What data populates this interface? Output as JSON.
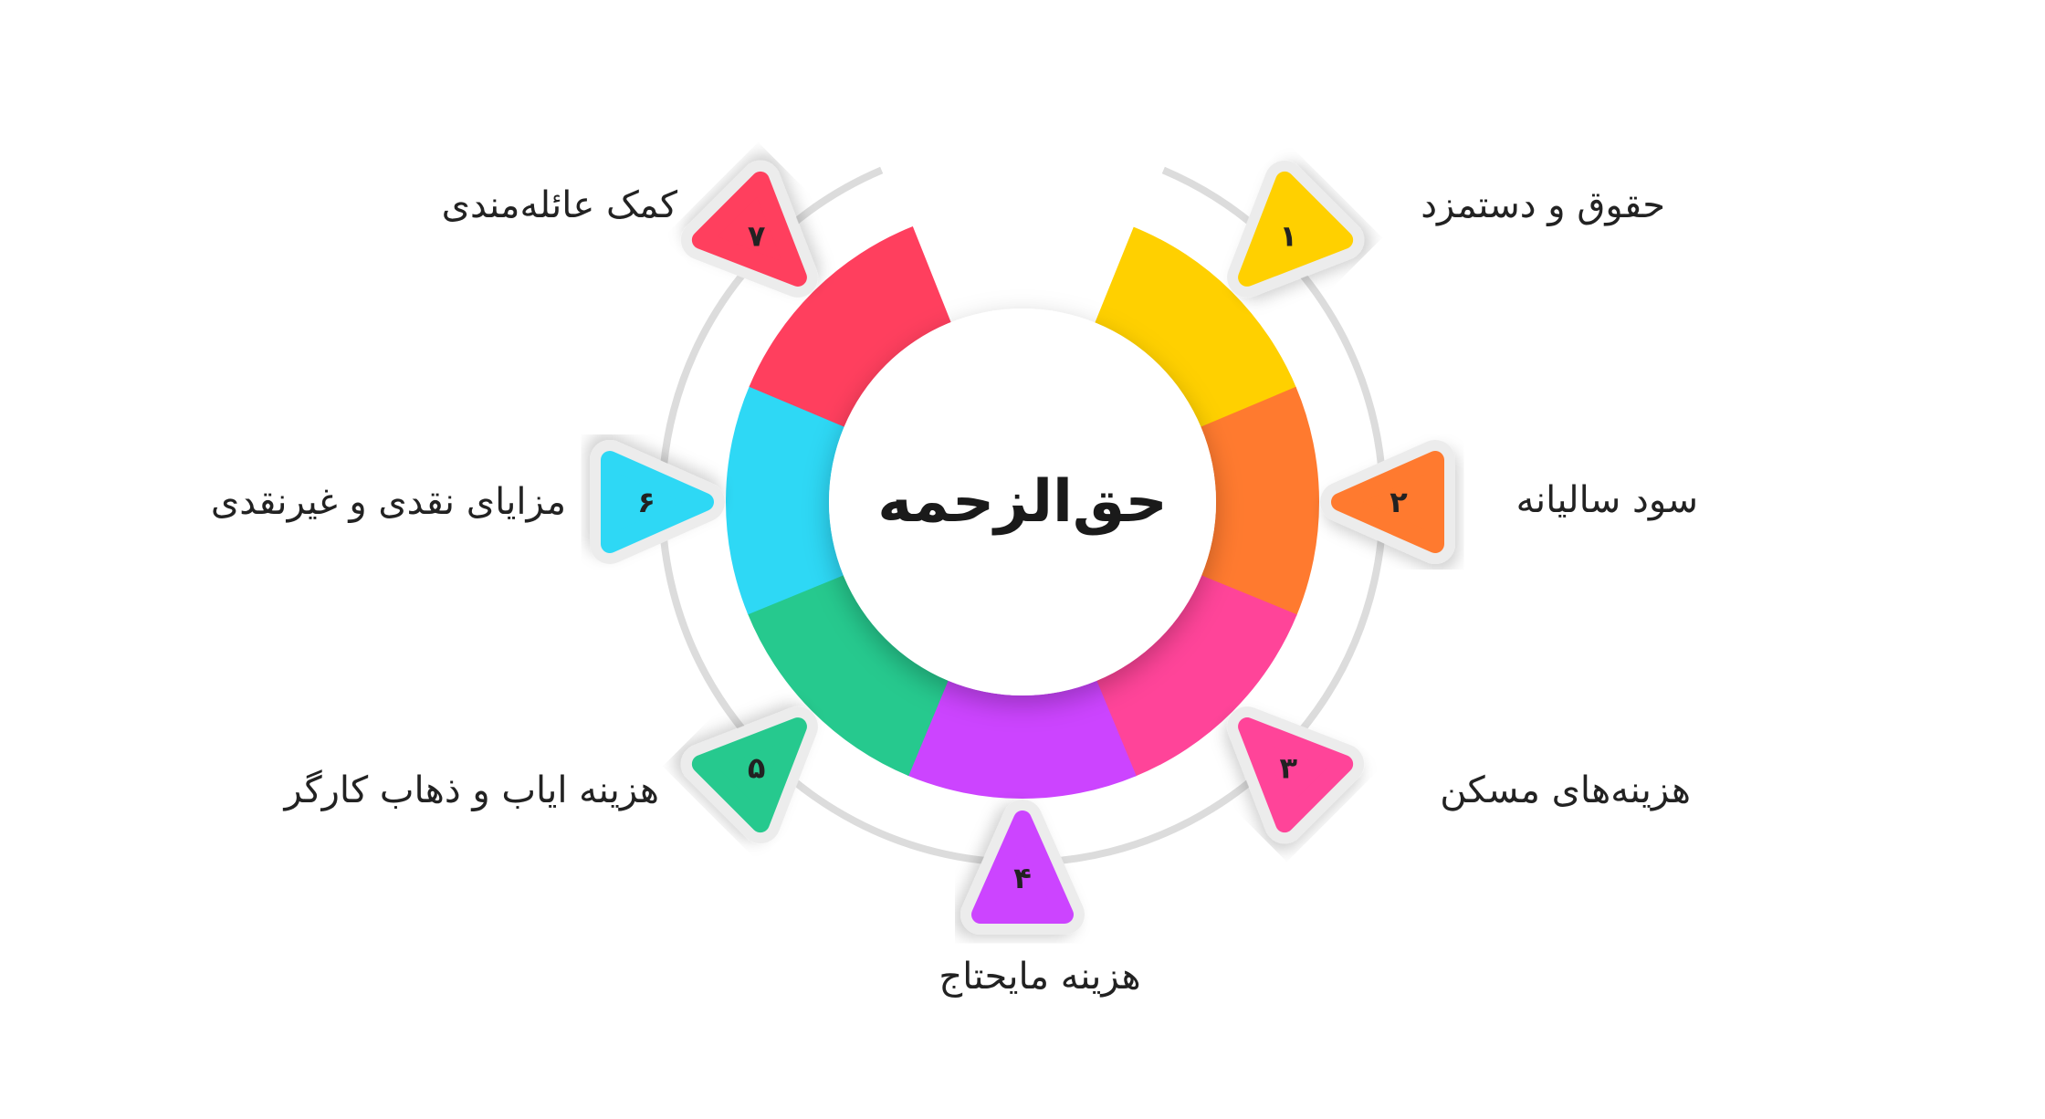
{
  "title": "حق‌الزحمه",
  "items": [
    {
      "number": "۱",
      "label": "حقوق و دستمزد",
      "color": "#FFD000"
    },
    {
      "number": "۲",
      "label": "سود سالیانه",
      "color": "#FF7A2F"
    },
    {
      "number": "۳",
      "label": "هزینه‌های مسکن",
      "color": "#FF4499"
    },
    {
      "number": "۴",
      "label": "هزینه مایحتاج",
      "color": "#CC44FF"
    },
    {
      "number": "۵",
      "label": "هزینه ایاب و ذهاب کارگر",
      "color": "#26C98E"
    },
    {
      "number": "۶",
      "label": "مزایای نقدی و غیرنقدی",
      "color": "#2ED8F5"
    },
    {
      "number": "۷",
      "label": "کمک عائله‌مندی",
      "color": "#FF3F5E"
    }
  ]
}
